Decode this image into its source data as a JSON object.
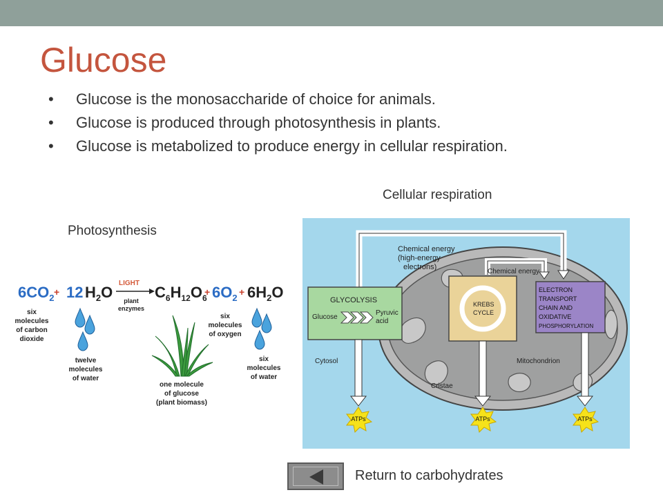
{
  "slide": {
    "title": "Glucose",
    "bullets": [
      "Glucose is the monosaccharide of choice for animals.",
      "Glucose is produced through photosynthesis in plants.",
      "Glucose is metabolized to produce energy in cellular respiration."
    ],
    "bullet_glyph": "•"
  },
  "photosynthesis": {
    "caption": "Photosynthesis",
    "light_label": "LIGHT",
    "enzyme_label": [
      "plant",
      "enzymes"
    ],
    "reactant_co2": "6CO",
    "reactant_co2_sub": "2",
    "plus": "+",
    "water_count": "12",
    "water_formula": "H",
    "water_sub": "2",
    "water_o": "O",
    "glucose_formula": [
      "C",
      "6",
      "H",
      "12",
      "O",
      "6"
    ],
    "oxygen": "6O",
    "oxygen_sub": "2",
    "water_out": "6H",
    "water_out_sub": "2",
    "water_out_o": "O",
    "desc_co2": [
      "six",
      "molecules",
      "of carbon",
      "dioxide"
    ],
    "desc_water": [
      "twelve",
      "molecules",
      "of water"
    ],
    "desc_glucose": [
      "one molecule",
      "of glucose",
      "(plant biomass)"
    ],
    "desc_oxygen": [
      "six",
      "molecules",
      "of oxygen"
    ],
    "desc_water_out": [
      "six",
      "molecules",
      "of water"
    ]
  },
  "respiration": {
    "caption": "Cellular respiration",
    "chemical_energy_high": [
      "Chemical energy",
      "(high-energy",
      "electrons)"
    ],
    "chemical_energy": "Chemical energy",
    "glycolysis": "GLYCOLYSIS",
    "glucose": "Glucose",
    "pyruvic": [
      "Pyruvic",
      "acid"
    ],
    "krebs": [
      "KREBS",
      "CYCLE"
    ],
    "etc": [
      "ELECTRON",
      "TRANSPORT",
      "CHAIN AND",
      "OXIDATIVE",
      "PHOSPHORYLATION"
    ],
    "cytosol": "Cytosol",
    "mitochondrion": "Mitochondrion",
    "cristae": "Cristae",
    "atp": "ATPs"
  },
  "nav": {
    "return_label": "Return to carbohydrates"
  },
  "colors": {
    "title": "#c4553e",
    "topbar": "#8fa09a",
    "resp_bg": "#a4d7ec",
    "glycolysis_box": "#a8d8a0",
    "krebs_box": "#ead399",
    "etc_box": "#9b85c7",
    "mito": "#b9b9b9",
    "co2_text": "#2b6cc4",
    "light_text": "#d45a3a"
  }
}
